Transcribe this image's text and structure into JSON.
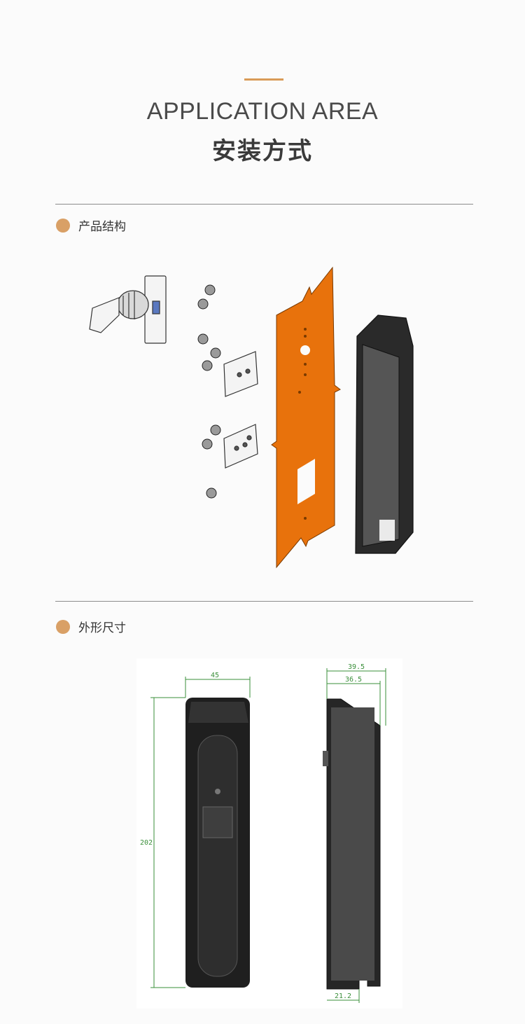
{
  "header": {
    "title_en": "APPLICATION AREA",
    "title_cn": "安装方式"
  },
  "sections": [
    {
      "label": "产品结构"
    },
    {
      "label": "外形尺寸"
    }
  ],
  "dimensions": {
    "front_width": "45",
    "front_height": "202",
    "side_top_width": "39.5",
    "side_body_width": "36.5",
    "side_bottom_width": "21.2"
  },
  "colors": {
    "accent": "#d99b57",
    "gasket": "#e8720c",
    "dimension": "#3a8f3a"
  }
}
